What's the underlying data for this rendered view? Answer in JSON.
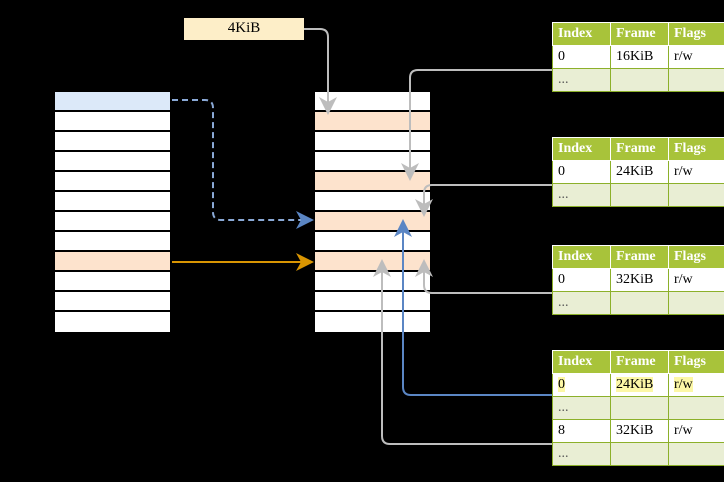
{
  "diagram": {
    "title": "page-table-walk-diagram",
    "label": {
      "text": "4KiB"
    },
    "colors": {
      "blue_cell": "#dce9f9",
      "peach_cell": "#fde3cd",
      "label_bg": "#fdeec8",
      "table_header": "#a8c33a",
      "table_alt_row": "#e9eed4",
      "highlight": "#fcf7a6",
      "orange_arrow": "#d99502",
      "blue_arrow": "#5b86c4",
      "gray_arrow": "#b8b8b8"
    },
    "virtual_column": {
      "name": "virtual-address-space-column",
      "rows": 12,
      "highlighted": [
        {
          "index": 0,
          "fill": "blue"
        },
        {
          "index": 8,
          "fill": "peach"
        }
      ]
    },
    "physical_column": {
      "name": "physical-memory-column",
      "rows": 12,
      "highlighted": [
        {
          "index": 1,
          "fill": "peach"
        },
        {
          "index": 4,
          "fill": "peach"
        },
        {
          "index": 6,
          "fill": "peach"
        },
        {
          "index": 8,
          "fill": "peach"
        }
      ]
    },
    "tables": [
      {
        "name": "page-table-level-1",
        "headers": [
          "Index",
          "Frame",
          "Flags"
        ],
        "rows": [
          {
            "cells": [
              "0",
              "16KiB",
              "r/w"
            ],
            "alt": false,
            "highlight": false
          },
          {
            "cells": [
              "...",
              "",
              ""
            ],
            "alt": true,
            "highlight": false
          }
        ]
      },
      {
        "name": "page-table-level-2",
        "headers": [
          "Index",
          "Frame",
          "Flags"
        ],
        "rows": [
          {
            "cells": [
              "0",
              "24KiB",
              "r/w"
            ],
            "alt": false,
            "highlight": false
          },
          {
            "cells": [
              "...",
              "",
              ""
            ],
            "alt": true,
            "highlight": false
          }
        ]
      },
      {
        "name": "page-table-level-3",
        "headers": [
          "Index",
          "Frame",
          "Flags"
        ],
        "rows": [
          {
            "cells": [
              "0",
              "32KiB",
              "r/w"
            ],
            "alt": false,
            "highlight": false
          },
          {
            "cells": [
              "...",
              "",
              ""
            ],
            "alt": true,
            "highlight": false
          }
        ]
      },
      {
        "name": "page-table-level-4",
        "headers": [
          "Index",
          "Frame",
          "Flags"
        ],
        "rows": [
          {
            "cells": [
              "0",
              "24KiB",
              "r/w"
            ],
            "alt": false,
            "highlight": true
          },
          {
            "cells": [
              "...",
              "",
              ""
            ],
            "alt": true,
            "highlight": false
          },
          {
            "cells": [
              "8",
              "32KiB",
              "r/w"
            ],
            "alt": false,
            "highlight": false
          },
          {
            "cells": [
              "...",
              "",
              ""
            ],
            "alt": true,
            "highlight": false
          }
        ]
      }
    ]
  }
}
